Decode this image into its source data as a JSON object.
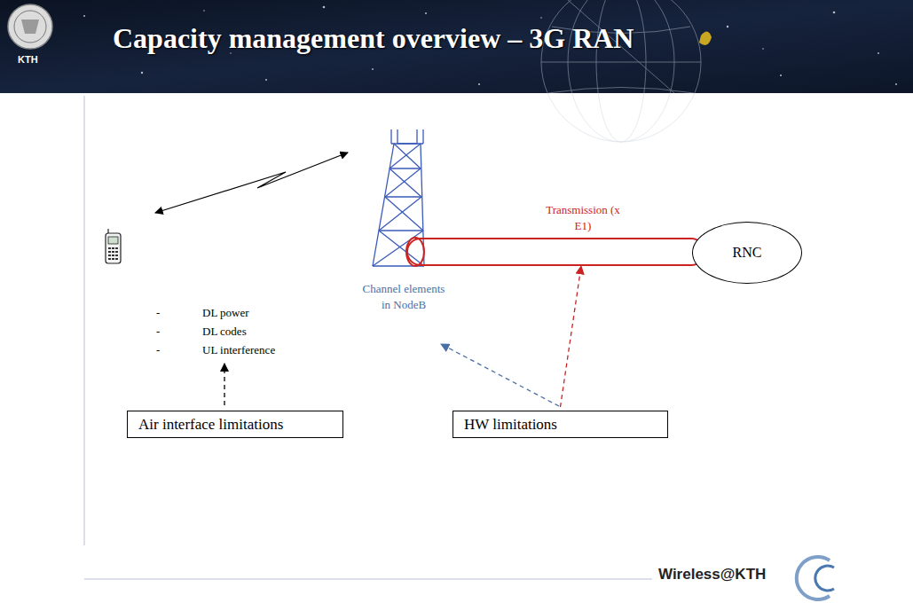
{
  "diagram": {
    "title": "Capacity management overview – 3G RAN",
    "nodes": [
      {
        "text": [
          "Transmission (x E1)"
        ]
      },
      {
        "text": [
          "RNC"
        ]
      },
      {
        "text": [
          "Air interface limitations"
        ]
      },
      {
        "text": [
          "HW limitations"
        ]
      }
    ],
    "edges": [
      {
        "from": 3,
        "to": 0,
        "arrow": "to"
      }
    ],
    "labels": [
      "KTH",
      "Channel elements in NodeB",
      "-",
      "DL power",
      "-",
      "DL codes",
      "-",
      "UL interference",
      "Wireless@KTH"
    ]
  }
}
